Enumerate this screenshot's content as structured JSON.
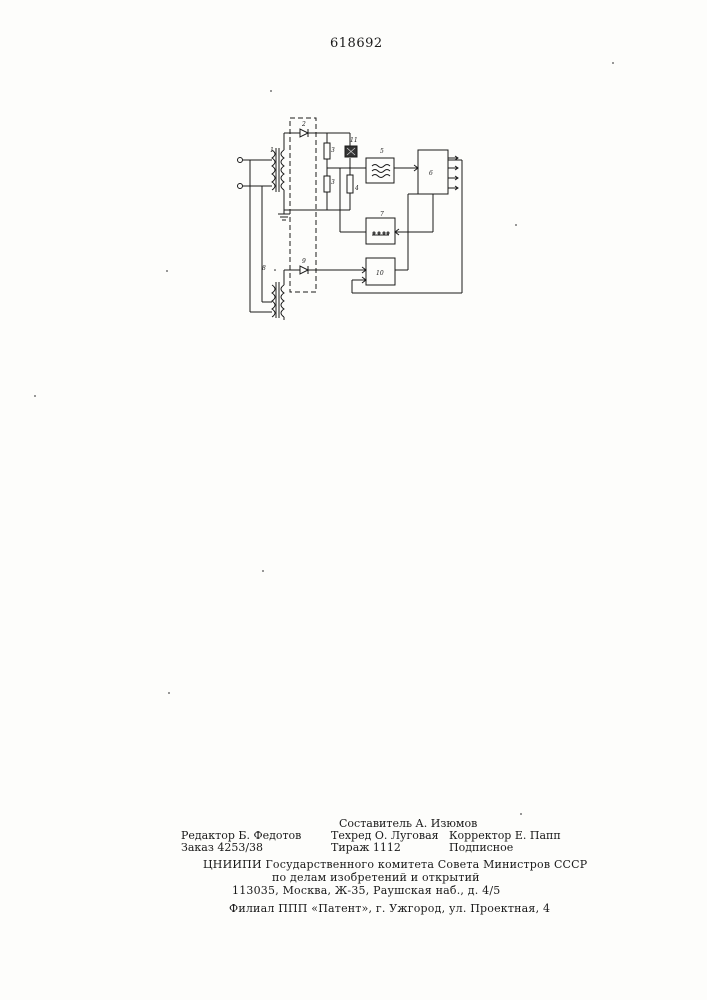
{
  "patent_number": "618692",
  "schematic": {
    "labels": {
      "n1": "1",
      "n2": "2",
      "n3": "3",
      "n4": "4",
      "n5": "5",
      "n6": "6",
      "n7": "7",
      "n8": "8",
      "n9": "9",
      "n10": "10",
      "n11": "11"
    }
  },
  "colophon": {
    "composer": "Составитель А. Изюмов",
    "editor": "Редактор Б. Федотов",
    "techred": "Техред О. Луговая",
    "corrector": "Корректор Е. Папп",
    "order": "Заказ 4253/38",
    "circulation": "Тираж 1112",
    "subscription": "Подписное",
    "org_line1": "ЦНИИПИ  Государственного  комитета  Совета  Министров  СССР",
    "org_line2": "по  делам  изобретений  и  открытий",
    "address": "113035,  Москва,  Ж-35,  Раушская  наб.,  д.  4/5",
    "branch": "Филиал  ППП  «Патент»,  г.  Ужгород,  ул.  Проектная,  4"
  }
}
